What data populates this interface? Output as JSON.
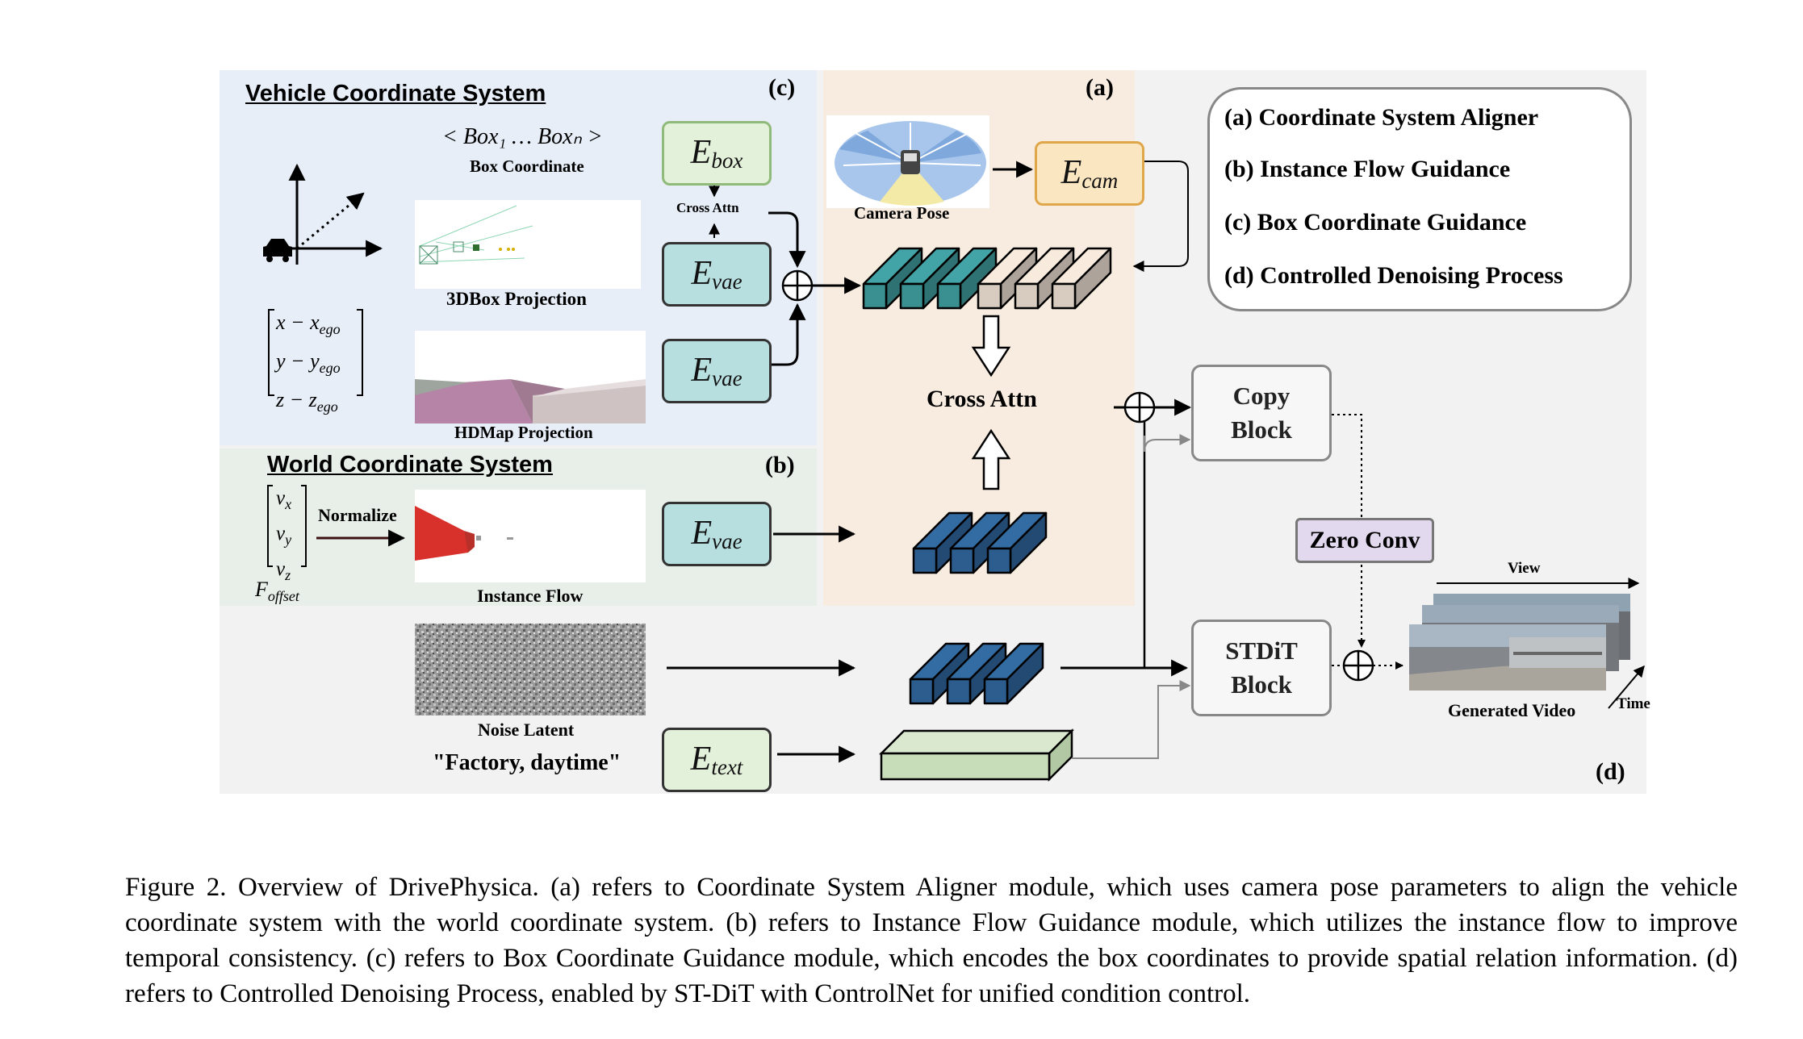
{
  "diagram": {
    "vehicle": {
      "title": "Vehicle Coordinate System",
      "tag": "(c)",
      "box_seq": "< Box₁ … Boxₙ >",
      "box_coord_label": "Box Coordinate",
      "proj3d_label": "3DBox Projection",
      "hdmap_label": "HDMap Projection",
      "matrix": [
        "x − x",
        "y − y",
        "z − z"
      ],
      "matrix_sub": "ego"
    },
    "world": {
      "title": "World Coordinate System",
      "tag": "(b)",
      "vec": [
        "v",
        "v",
        "v"
      ],
      "vec_sub": [
        "x",
        "y",
        "z"
      ],
      "normalize": "Normalize",
      "foffset": "F",
      "foffset_sub": "offset",
      "flow_label": "Instance Flow"
    },
    "aligner": {
      "tag": "(a)",
      "camera_pose": "Camera Pose",
      "cross_attn_small": "Cross Attn",
      "cross_attn": "Cross Attn"
    },
    "encoders": {
      "box": {
        "main": "E",
        "sub": "box"
      },
      "vae": {
        "main": "E",
        "sub": "vae"
      },
      "cam": {
        "main": "E",
        "sub": "cam"
      },
      "text": {
        "main": "E",
        "sub": "text"
      }
    },
    "denoise": {
      "tag": "(d)",
      "noise_label": "Noise Latent",
      "prompt": "\"Factory, daytime\"",
      "copy_block": [
        "Copy",
        "Block"
      ],
      "stdit_block": [
        "STDiT",
        "Block"
      ],
      "zero_conv": "Zero Conv",
      "generated": "Generated Video",
      "view": "View",
      "time": "Time"
    },
    "legend": [
      "(a) Coordinate System Aligner",
      "(b) Instance Flow Guidance",
      "(c) Box Coordinate Guidance",
      "(d) Controlled Denoising Process"
    ],
    "colors": {
      "vehicle_bg": "#e7eef8",
      "world_bg": "#e8efe9",
      "aligner_bg": "#f8ece0",
      "denoise_bg": "#f2f2f2",
      "teal_block": "#3a8f91",
      "beige_block": "#d8ccc0",
      "blue_block": "#2c5d8e",
      "green_enc": "#e3f0da",
      "teal_enc": "#b7dfe0",
      "orange_enc": "#fbe6c2",
      "zero_conv": "#e3d9ee"
    }
  },
  "caption": "Figure 2.  Overview of DrivePhysica.  (a) refers to Coordinate System Aligner module, which uses camera pose parameters to align the vehicle coordinate system with the world coordinate system. (b) refers to Instance Flow Guidance module, which utilizes the instance flow to improve temporal consistency.  (c) refers to Box Coordinate Guidance module, which encodes the box coordinates to provide spatial relation information. (d) refers to Controlled Denoising Process, enabled by ST-DiT with ControlNet for unified condition control."
}
